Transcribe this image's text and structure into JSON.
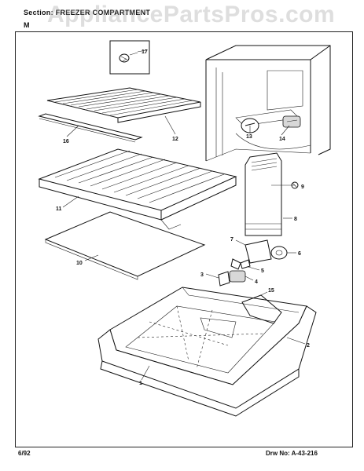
{
  "watermark": "AppliancePartsPros.com",
  "header": {
    "section": "Section:  FREEZER COMPARTMENT",
    "model": "M"
  },
  "footer": {
    "date": "6/92",
    "drawing": "Drw No:  A-43-216"
  },
  "callouts": [
    "17",
    "16",
    "12",
    "13",
    "14",
    "11",
    "9",
    "8",
    "10",
    "7",
    "6",
    "5",
    "4",
    "3",
    "15",
    "2",
    "1"
  ]
}
